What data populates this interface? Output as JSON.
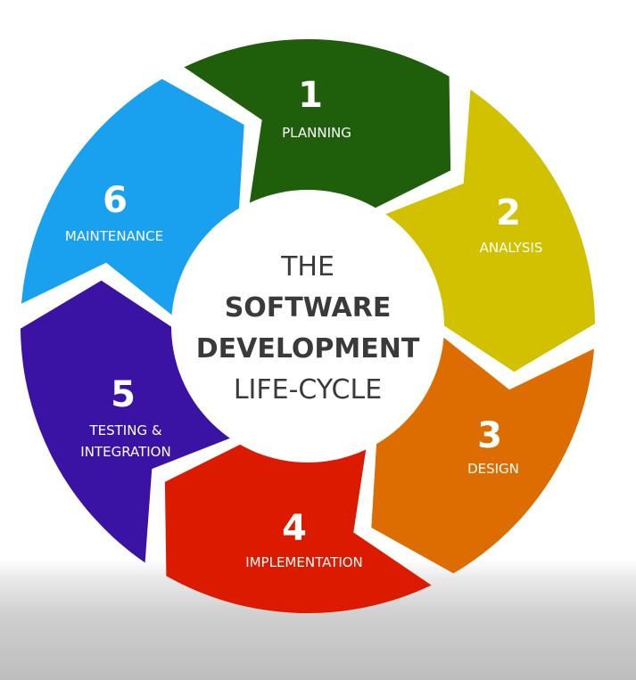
{
  "center_title": {
    "line1": "THE",
    "line2": "SOFTWARE",
    "line3": "DEVELOPMENT",
    "line4": "LIFE-CYCLE"
  },
  "stages": [
    {
      "number": "1",
      "label": "PLANNING",
      "color": "#1f5f0c"
    },
    {
      "number": "2",
      "label": "ANALYSIS",
      "color": "#d1c100"
    },
    {
      "number": "3",
      "label": "DESIGN",
      "color": "#dd6d00"
    },
    {
      "number": "4",
      "label": "IMPLEMENTATION",
      "color": "#dc1a00"
    },
    {
      "number": "5",
      "label_line1": "TESTING &",
      "label_line2": "INTEGRATION",
      "color": "#3a13a5"
    },
    {
      "number": "6",
      "label": "MAINTENANCE",
      "color": "#19a1f0"
    }
  ]
}
